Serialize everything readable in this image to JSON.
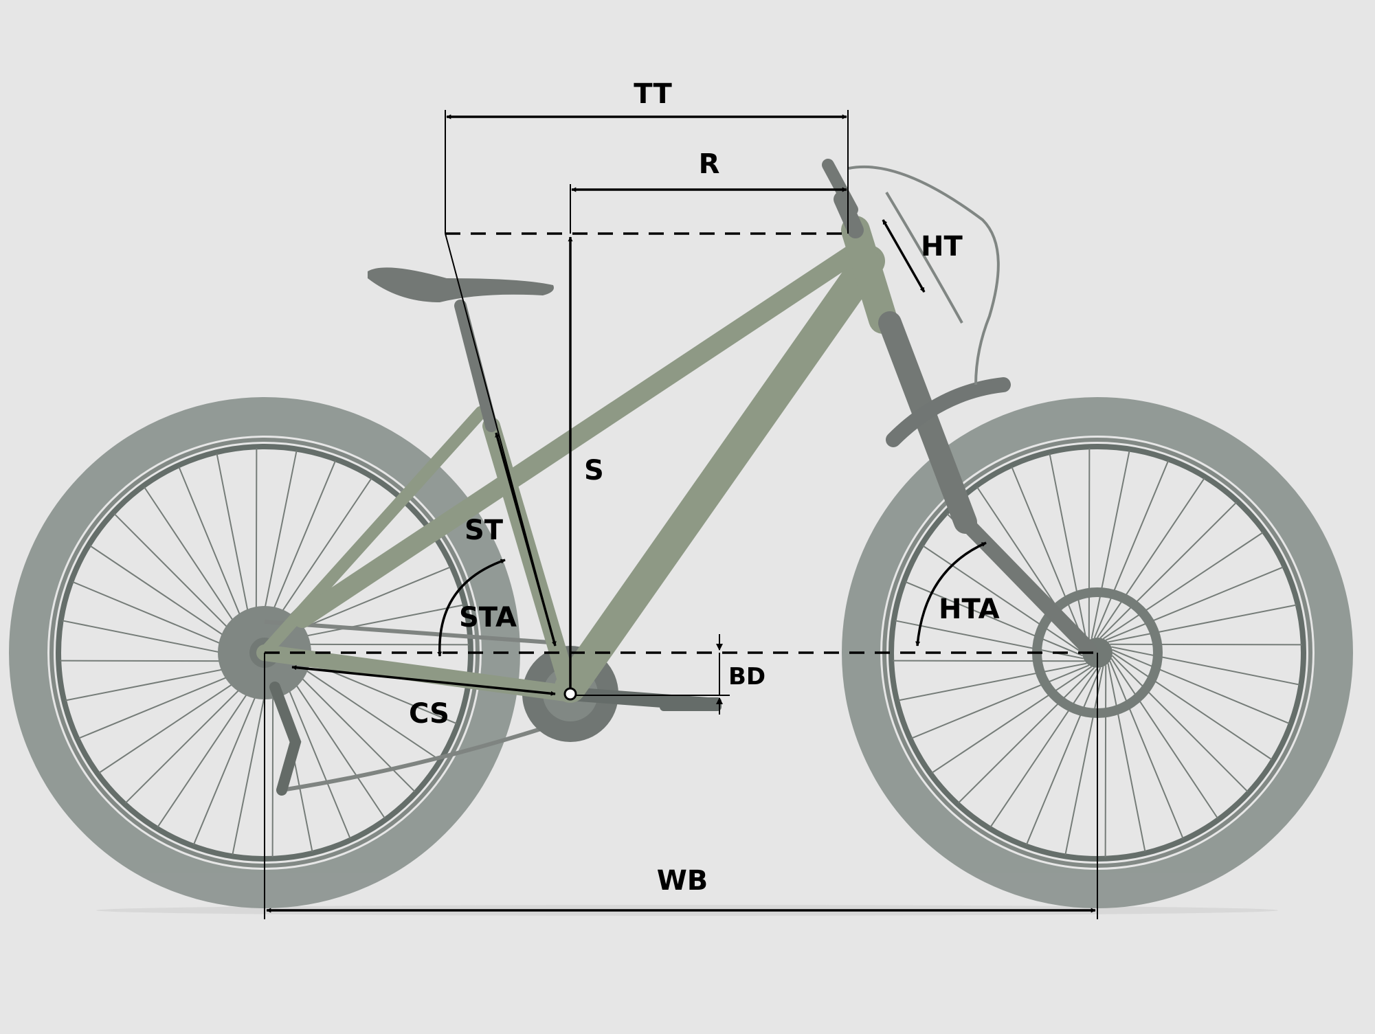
{
  "labels": {
    "tt": "TT",
    "r": "R",
    "ht": "HT",
    "s": "S",
    "st": "ST",
    "sta": "STA",
    "hta": "HTA",
    "bd": "BD",
    "cs": "CS",
    "wb": "WB"
  },
  "colors": {
    "background": "#e6e6e6",
    "frame": "#8a9580",
    "annotation": "#000000"
  }
}
